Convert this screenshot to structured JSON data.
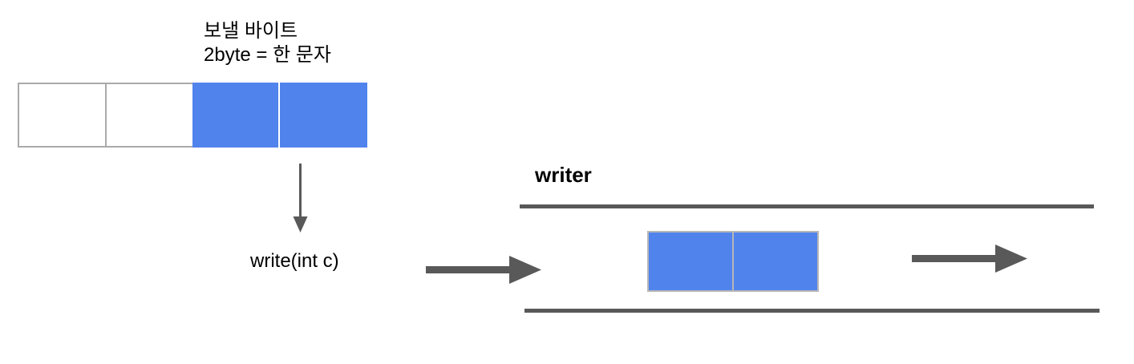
{
  "diagram": {
    "title_caption": {
      "line1": "보낼 바이트",
      "line2": "2byte = 한 문자"
    },
    "source_buffer": {
      "name": "byte-strip",
      "cells": [
        {
          "state": "empty",
          "fill": "#ffffff"
        },
        {
          "state": "empty",
          "fill": "#ffffff"
        },
        {
          "state": "filled",
          "fill": "#5083ec"
        },
        {
          "state": "filled",
          "fill": "#5083ec"
        }
      ]
    },
    "write_call": {
      "label": "write(int c)",
      "arrow": "down-arrow"
    },
    "writer": {
      "label": "writer",
      "pipe_color": "#595959",
      "packet": {
        "cells": [
          {
            "fill": "#5083ec"
          },
          {
            "fill": "#5083ec"
          }
        ],
        "border_color": "#b7b7b7"
      },
      "arrow_in": "right-arrow",
      "arrow_out": "right-arrow"
    },
    "colors": {
      "blue": "#5083ec",
      "cell_border": "#aaaaaa",
      "packet_border": "#b7b7b7",
      "pipe": "#595959",
      "arrow": "#595959",
      "thin_arrow": "#595959",
      "text": "#000000",
      "background": "#ffffff"
    }
  }
}
